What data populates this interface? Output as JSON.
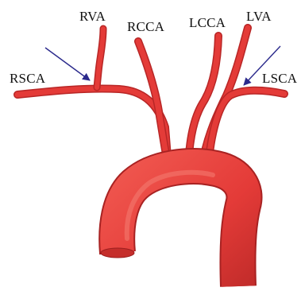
{
  "labels": {
    "rva": "RVA",
    "rcca": "RCCA",
    "lcca": "LCCA",
    "lva": "LVA",
    "rsca": "RSCA",
    "lsca": "LSCA"
  },
  "colors": {
    "vessel": "#e43b38",
    "vessel_dark": "#b82626",
    "vessel_highlight": "#f26a63",
    "arrow": "#2b2a8c"
  }
}
